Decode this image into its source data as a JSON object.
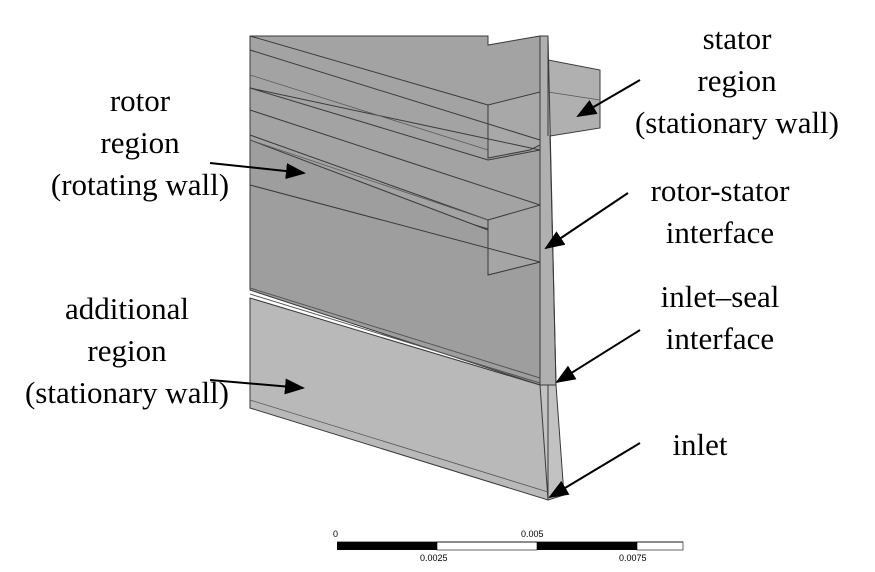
{
  "labels": {
    "stator": [
      "stator",
      "region",
      "(stationary wall)"
    ],
    "rotor": [
      "rotor",
      "region",
      "(rotating wall)"
    ],
    "rotor_stator_interface": [
      "rotor-stator",
      "interface"
    ],
    "inlet_seal_interface": [
      "inlet–seal",
      "interface"
    ],
    "additional": [
      "additional",
      "region",
      "(stationary wall)"
    ],
    "inlet": [
      "inlet"
    ]
  },
  "scale_bar": {
    "top_ticks": [
      "0",
      "0.005"
    ],
    "bottom_ticks": [
      "0.0025",
      "0.0075"
    ]
  },
  "colors": {
    "rotor_face": "#a0a0a0",
    "stator_face": "#b4b4b4",
    "additional_face": "#b9b9b9",
    "edge": "#3a3a3a"
  }
}
